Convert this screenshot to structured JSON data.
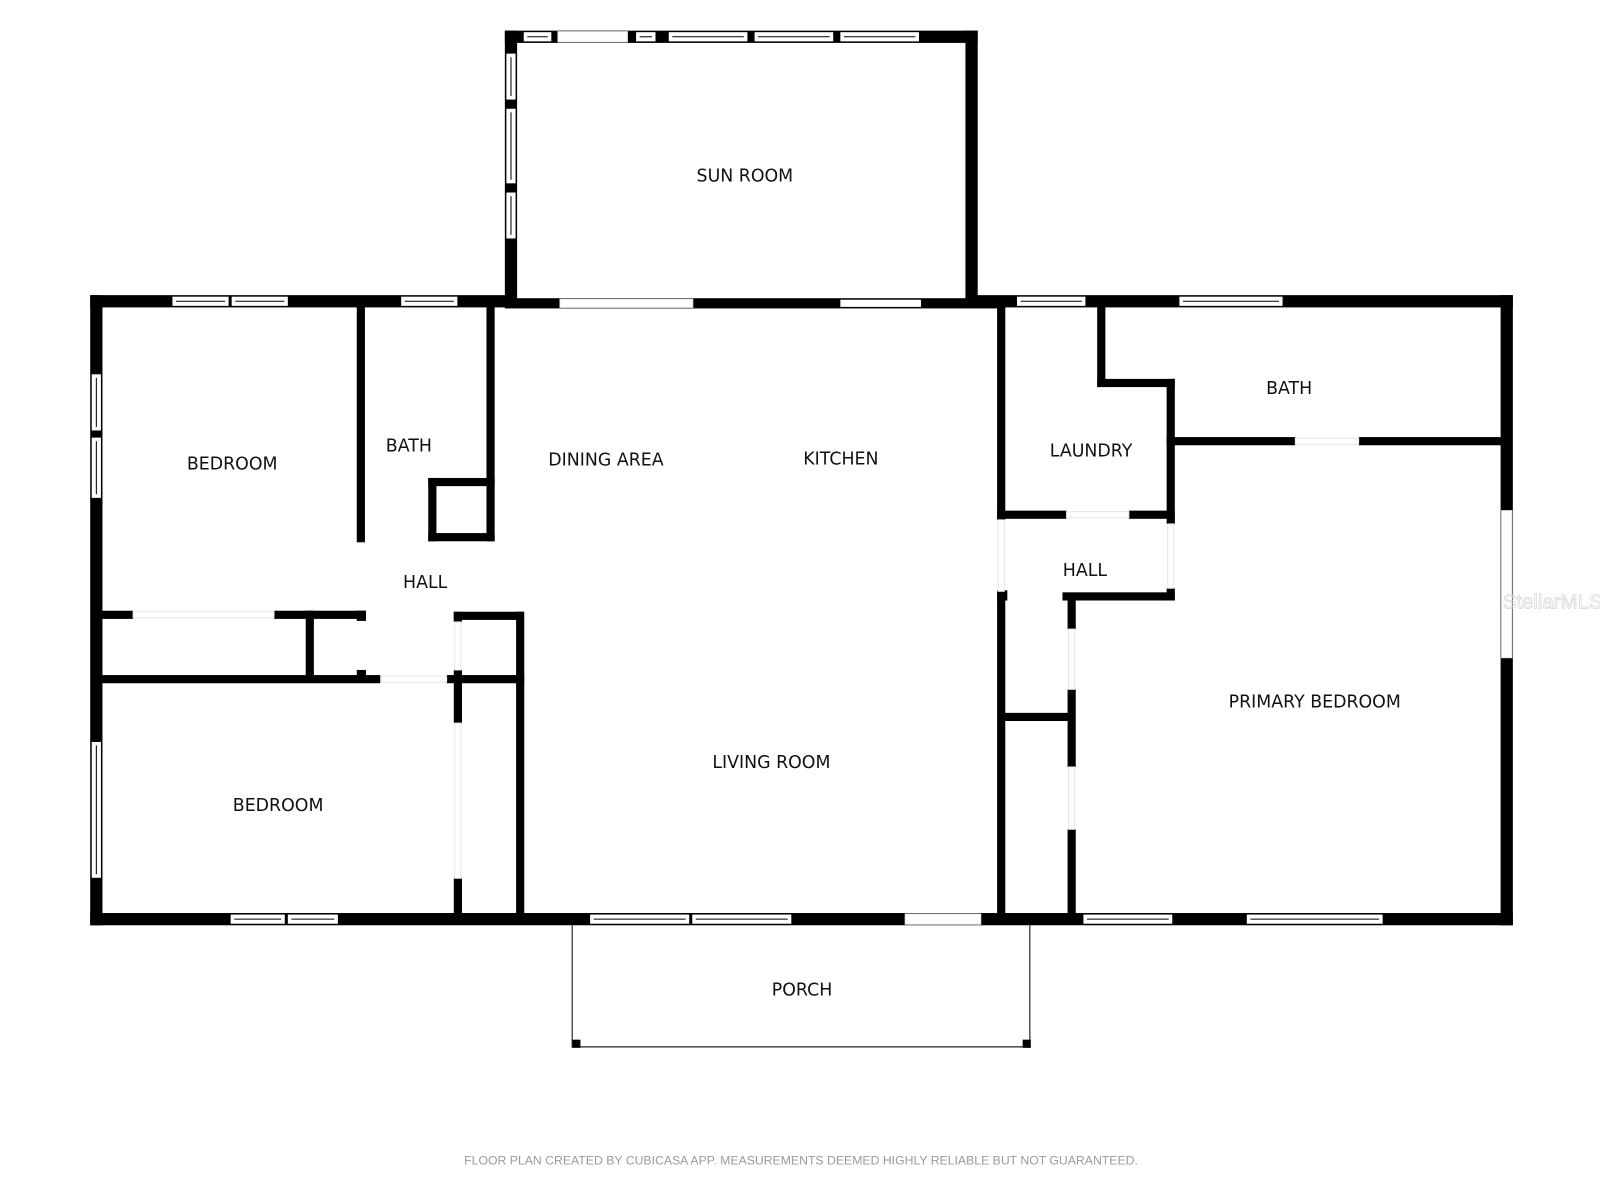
{
  "plan": {
    "type": "floor plan",
    "rooms": {
      "sun_room": "SUN ROOM",
      "bedroom_1": "BEDROOM",
      "bath_1": "BATH",
      "hall_1": "HALL",
      "bedroom_2": "BEDROOM",
      "dining_area": "DINING AREA",
      "kitchen": "KITCHEN",
      "living_room": "LIVING ROOM",
      "laundry": "LAUNDRY",
      "bath_2": "BATH",
      "hall_2": "HALL",
      "primary_bedroom": "PRIMARY BEDROOM",
      "porch": "PORCH"
    },
    "colors": {
      "wall": "#000000",
      "background": "#ffffff",
      "footer_text": "#9a9a9a",
      "watermark": "#d8d8d8"
    }
  },
  "footer": {
    "disclaimer": "FLOOR PLAN CREATED BY CUBICASA APP. MEASUREMENTS DEEMED HIGHLY RELIABLE BUT NOT GUARANTEED."
  },
  "watermark": {
    "text": "StellarMLS"
  }
}
